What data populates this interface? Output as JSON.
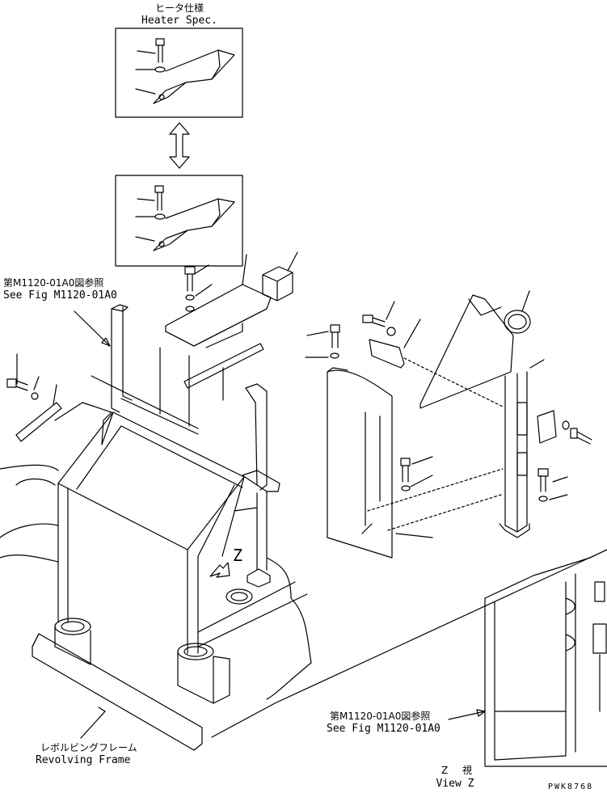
{
  "labels": {
    "heater_spec_jp": "ヒータ仕様",
    "heater_spec_en": "Heater Spec.",
    "see_fig_top_jp": "第M1120-01A0図参照",
    "see_fig_top_en": "See Fig M1120-01A0",
    "see_fig_bottom_jp": "第M1120-01A0図参照",
    "see_fig_bottom_en": "See Fig M1120-01A0",
    "revolving_frame_jp": "レボルビングフレーム",
    "revolving_frame_en": "Revolving Frame",
    "view_z_jp": "Z 視",
    "view_z_en": "View Z",
    "z_marker": "Z",
    "drawing_code": "PWK8768"
  }
}
